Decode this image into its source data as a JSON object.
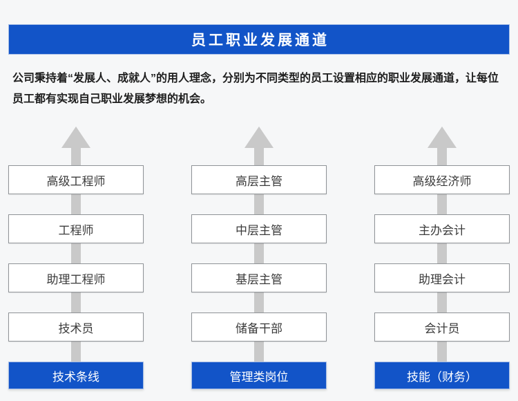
{
  "theme": {
    "background_color": "#f6f7f8",
    "accent_blue": "#1254c8",
    "arrow_gray": "#c9c9c9"
  },
  "header": {
    "title": "员工职业发展通道"
  },
  "description": {
    "text": "公司秉持着“发展人、成就人”的用人理念，分别为不同类型的员工设置相应的职业发展通道，让每位员工都有实现自己职业发展梦想的机会。"
  },
  "diagram": {
    "columns": [
      {
        "id": "technical",
        "levels": [
          "高级工程师",
          "工程师",
          "助理工程师",
          "技术员"
        ],
        "category": "技术条线"
      },
      {
        "id": "management",
        "levels": [
          "高层主管",
          "中层主管",
          "基层主管",
          "储备干部"
        ],
        "category": "管理类岗位"
      },
      {
        "id": "finance-skill",
        "levels": [
          "高级经济师",
          "主办会计",
          "助理会计",
          "会计员"
        ],
        "category": "技能（财务）"
      }
    ]
  }
}
